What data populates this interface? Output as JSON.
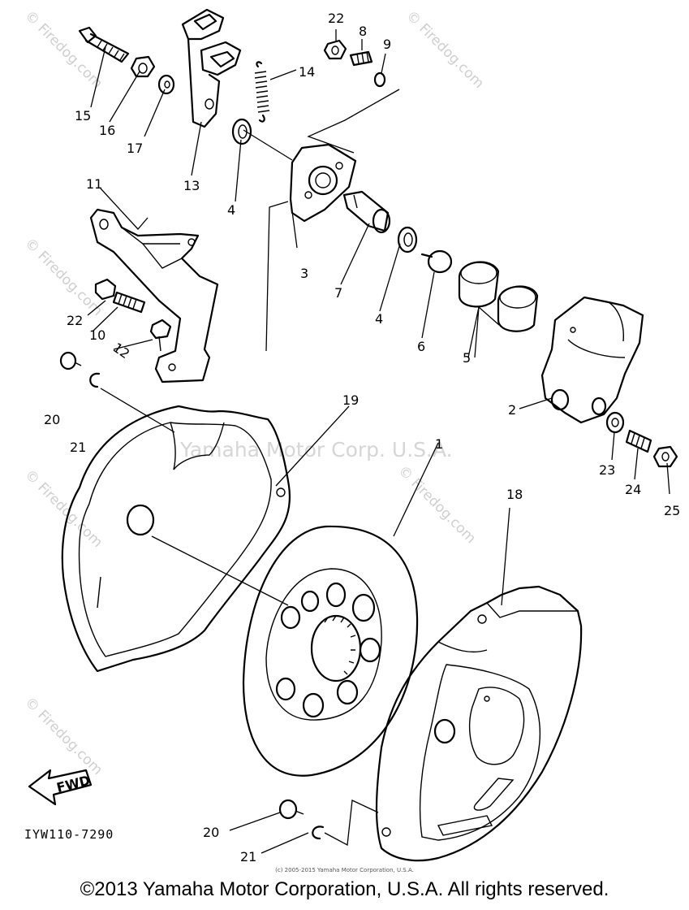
{
  "watermark": {
    "site": "© Firedog.com",
    "center_text": "Yamaha Motor Corp. U.S.A."
  },
  "fwd_label": "FWD",
  "diagram_code": "IYW110-7290",
  "small_copyright": "(c) 2005-2015 Yamaha Motor Corporation, U.S.A.",
  "footer_copyright": "©2013 Yamaha Motor Corporation, U.S.A. All rights reserved.",
  "callouts": {
    "c1": "1",
    "c2": "2",
    "c3": "3",
    "c4a": "4",
    "c4b": "4",
    "c5": "5",
    "c6": "6",
    "c7": "7",
    "c8": "8",
    "c9": "9",
    "c10": "10",
    "c11": "11",
    "c12": "12",
    "c13": "13",
    "c14": "14",
    "c15": "15",
    "c16": "16",
    "c17": "17",
    "c18": "18",
    "c19": "19",
    "c20a": "20",
    "c20b": "20",
    "c21a": "21",
    "c21b": "21",
    "c22a": "22",
    "c22b": "22",
    "c23": "23",
    "c24": "24",
    "c25": "25"
  },
  "colors": {
    "line": "#000000",
    "watermark": "#cfcfcf",
    "background": "#ffffff"
  }
}
